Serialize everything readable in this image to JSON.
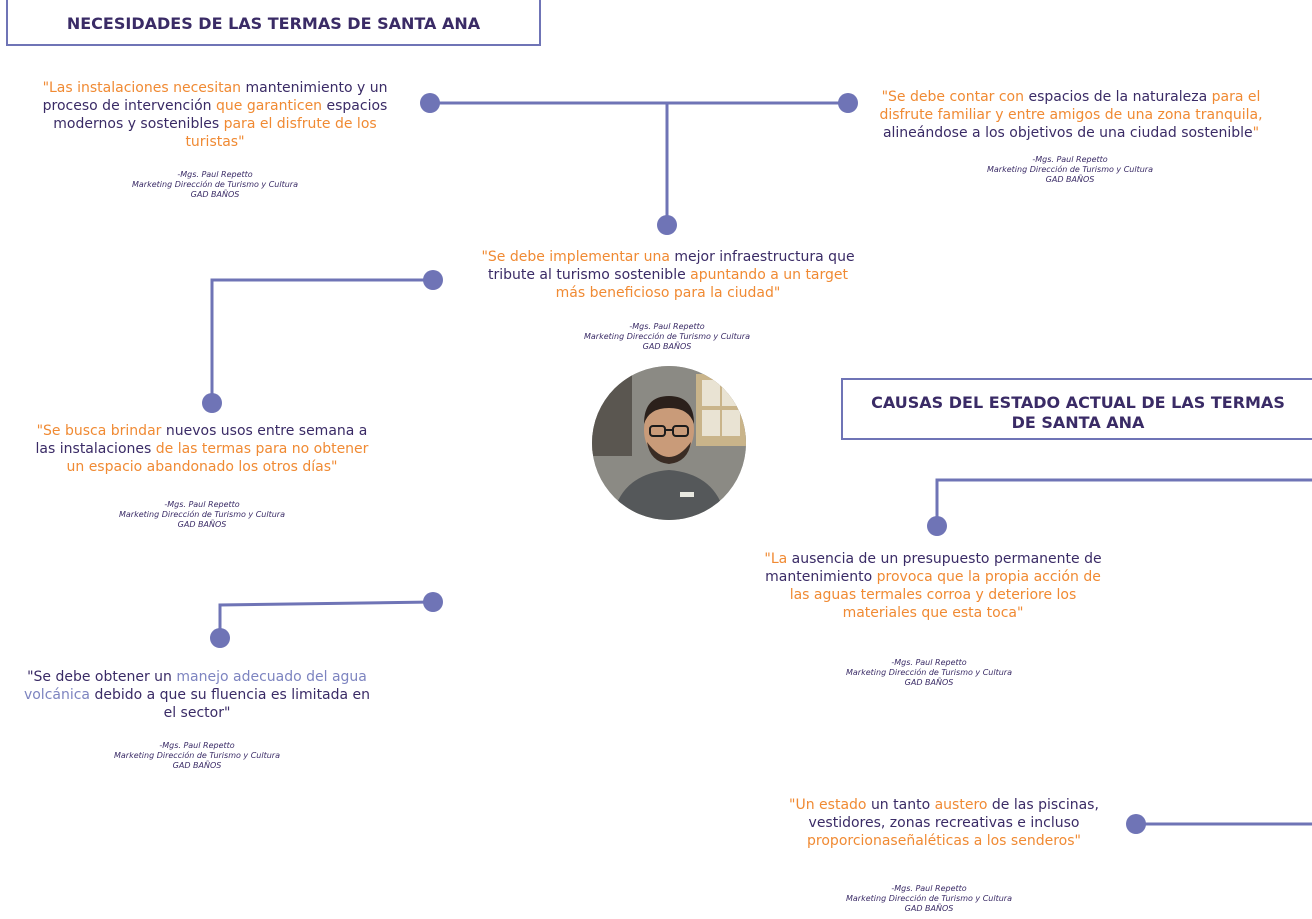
{
  "titles": {
    "needs": "NECESIDADES DE LAS TERMAS DE SANTA ANA",
    "causes_line1": "CAUSAS DEL ESTADO ACTUAL DE LAS TERMAS",
    "causes_line2": "DE SANTA ANA"
  },
  "credit": {
    "name": "-Mgs. Paul Repetto",
    "role": "Marketing Dirección de Turismo y Cultura",
    "org": "GAD BAÑOS"
  },
  "colors": {
    "accent_orange": "#f08a33",
    "navy": "#3a2b66",
    "connector": "#6f74b6"
  },
  "quotes": {
    "q1": {
      "a": "\"Las instalaciones necesitan",
      "b": " mantenimiento y un proceso de intervención ",
      "c": "que garanticen",
      "d": " espacios modernos y sostenibles ",
      "e": "para el disfrute de los turistas\""
    },
    "q2": {
      "a": "\"Se debe contar con",
      "b": " espacios de la naturaleza ",
      "c": "para el disfrute familiar y entre amigos de una zona tranquila,",
      "d": " alineándose a los objetivos de una ciudad sostenible",
      "e": "\""
    },
    "q3": {
      "a": "\"Se debe implementar una",
      "b": " mejor infraestructura que tribute al turismo sostenible ",
      "c": "apuntando a un target más beneficioso para la ciudad\""
    },
    "q4": {
      "a": "\"Se busca brindar",
      "b": " nuevos usos entre semana a las instalaciones ",
      "c": "de las termas para no obtener un espacio abandonado los otros días\""
    },
    "q5": {
      "a": "\"Se debe obtener un ",
      "b": "manejo adecuado del agua volcánica",
      "c": " debido a que su fluencia es limitada en el sector\""
    },
    "q6": {
      "a": "\"La",
      "b": " ausencia de un presupuesto permanente de mantenimiento ",
      "c": "provoca que la propia acción de las aguas termales corroa y deteriore los materiales que esta toca\""
    },
    "q7": {
      "a": "\"Un estado ",
      "b": "un tanto",
      "c": " austero ",
      "d": "de las piscinas,",
      "e": " vestidores, zonas recreativas e incluso ",
      "f": "proporcionaseñaléticas a los senderos\""
    }
  }
}
